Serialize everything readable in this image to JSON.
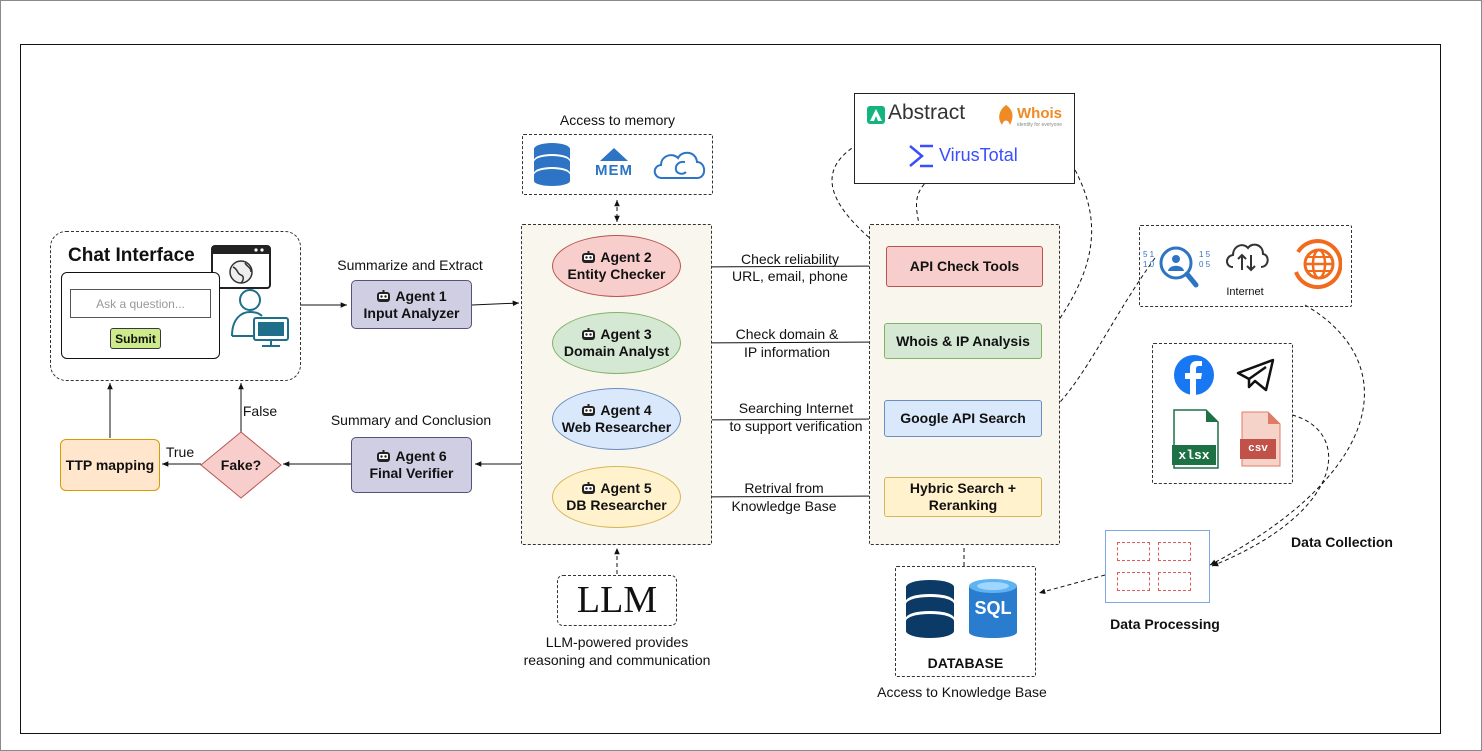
{
  "memory": {
    "title": "Access to memory",
    "mem_label": "MEM"
  },
  "chat": {
    "title": "Chat Interface",
    "input_placeholder": "Ask a question...",
    "submit_label": "Submit"
  },
  "edges": {
    "summarize": "Summarize and Extract",
    "summary_conclusion": "Summary and Conclusion",
    "true_label": "True",
    "false_label": "False"
  },
  "agents": {
    "agent1": {
      "line1": "Agent 1",
      "line2": "Input Analyzer"
    },
    "agent2": {
      "line1": "Agent 2",
      "line2": "Entity Checker"
    },
    "agent3": {
      "line1": "Agent 3",
      "line2": "Domain Analyst"
    },
    "agent4": {
      "line1": "Agent 4",
      "line2": "Web Researcher"
    },
    "agent5": {
      "line1": "Agent 5",
      "line2": "DB Researcher"
    },
    "agent6": {
      "line1": "Agent 6",
      "line2": "Final Verifier"
    }
  },
  "decision": {
    "label": "Fake?"
  },
  "ttp": {
    "label": "TTP mapping"
  },
  "tool_edges": {
    "e1_line1": "Check reliability",
    "e1_line2": "URL, email, phone",
    "e2_line1": "Check domain &",
    "e2_line2": "IP information",
    "e3_line1": "Searching Internet",
    "e3_line2": "to support verification",
    "e4_line1": "Retrival from",
    "e4_line2": "Knowledge Base"
  },
  "tools": {
    "api_check": "API Check Tools",
    "whois_ip": "Whois & IP Analysis",
    "google_api": "Google API Search",
    "hybrid_line1": "Hybric Search +",
    "hybrid_line2": "Reranking"
  },
  "providers": {
    "abstract": "Abstract",
    "whois": "Whois",
    "whois_tagline": "identity for everyone",
    "virustotal": "VirusTotal"
  },
  "llm": {
    "label": "LLM",
    "caption_line1": "LLM-powered provides",
    "caption_line2": "reasoning and communication"
  },
  "database": {
    "label": "DATABASE",
    "caption": "Access to Knowledge Base",
    "sql_label": "SQL"
  },
  "internet": {
    "label": "Internet",
    "bin_left1": "5 1",
    "bin_left2": "1 0",
    "bin_right1": "1 5",
    "bin_right2": "0 5"
  },
  "sources": {
    "xlsx_label": "xlsx",
    "csv_label": "csv"
  },
  "data_collection": {
    "label": "Data Collection"
  },
  "data_processing": {
    "label": "Data Processing"
  },
  "colors": {
    "agent2_fill": "#f8cecc",
    "agent2_stroke": "#b85450",
    "agent3_fill": "#d5e8d4",
    "agent3_stroke": "#82b366",
    "agent4_fill": "#dae8fc",
    "agent4_stroke": "#6c8ebf",
    "agent5_fill": "#fff2cc",
    "agent5_stroke": "#d6b656",
    "agent16_fill": "#d0cee2",
    "agent16_stroke": "#56517e",
    "ttp_fill": "#ffe6cc",
    "ttp_stroke": "#d79b00",
    "submit_fill": "#cdeb8b",
    "submit_stroke": "#36393d",
    "panel_fill": "#f9f7ed"
  }
}
